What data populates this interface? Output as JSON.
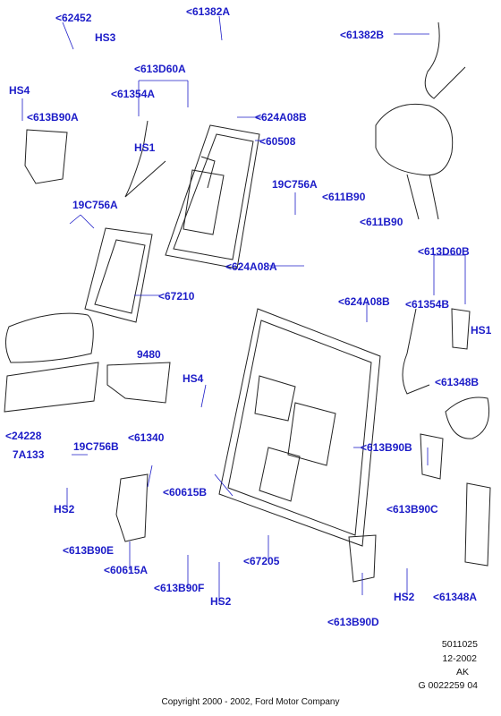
{
  "labels": {
    "l62452": "<62452",
    "hs3": "HS3",
    "l61382A": "<61382A",
    "l61382B": "<61382B",
    "l613D60A": "<613D60A",
    "hs4a": "HS4",
    "l61354A": "<61354A",
    "l613B90A": "<613B90A",
    "hs1a": "HS1",
    "l624A08B_a": "<624A08B",
    "l60508": "<60508",
    "l19C756A_a": "19C756A",
    "l611B90_a": "<611B90",
    "l19C756A_b": "19C756A",
    "l611B90_b": "<611B90",
    "l613D60B": "<613D60B",
    "l624A08A": "<624A08A",
    "l67210": "<67210",
    "l624A08B_b": "<624A08B",
    "l61354B": "<61354B",
    "hs1b": "HS1",
    "l9480": "9480",
    "l61348B": "<61348B",
    "hs4b": "HS4",
    "l24228": "<24228",
    "l19C756B": "19C756B",
    "l61340": "<61340",
    "l7A133": "7A133",
    "l613B90B": "<613B90B",
    "l60615B": "<60615B",
    "hs2a": "HS2",
    "l613B90C": "<613B90C",
    "l613B90E": "<613B90E",
    "l67205": "<67205",
    "l60615A": "<60615A",
    "l613B90F": "<613B90F",
    "hs2b": "HS2",
    "hs2c": "HS2",
    "l613B90D": "<613B90D",
    "l61348A": "<61348A"
  },
  "meta": {
    "ref1": "5011025",
    "ref2": "12-2002",
    "ref3": "AK",
    "ref4": "G 0022259 04"
  },
  "copyright": "Copyright 2000 - 2002, Ford Motor Company",
  "colors": {
    "label": "#1c1cc8",
    "line": "#222222"
  }
}
